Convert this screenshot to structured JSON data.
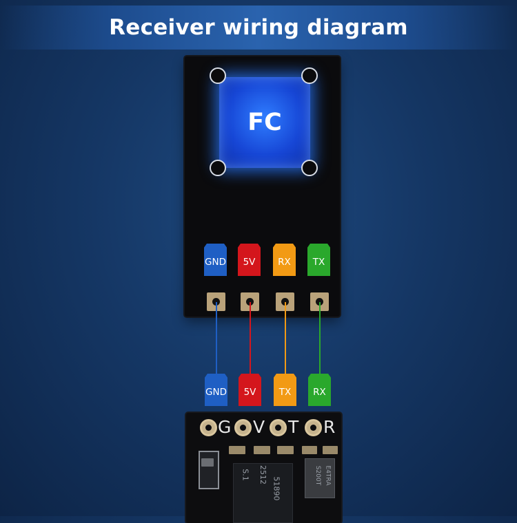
{
  "title": "Receiver wiring diagram",
  "fc": {
    "label": "FC",
    "pins": [
      {
        "label": "GND",
        "color": "#1f5fc4"
      },
      {
        "label": "5V",
        "color": "#d4161c"
      },
      {
        "label": "RX",
        "color": "#f29a14"
      },
      {
        "label": "TX",
        "color": "#2aa82c"
      }
    ]
  },
  "receiver": {
    "pins": [
      {
        "label": "GND",
        "color": "#1f5fc4"
      },
      {
        "label": "5V",
        "color": "#d4161c"
      },
      {
        "label": "TX",
        "color": "#f29a14"
      },
      {
        "label": "RX",
        "color": "#2aa82c"
      }
    ],
    "silkscreen": [
      "G",
      "V",
      "T",
      "R"
    ],
    "chip_text": [
      "2512",
      "51890",
      "S.1"
    ],
    "crystal_text": [
      "S200T",
      "E4TRA"
    ]
  }
}
